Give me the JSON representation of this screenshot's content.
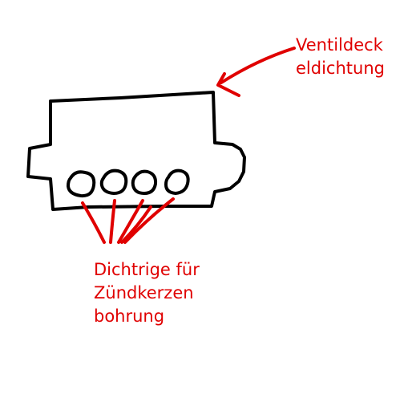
{
  "labels": {
    "valve_cover_gasket": [
      "Ventildeck",
      "eldichtung"
    ],
    "spark_plug_seals": [
      "Dichtrige für",
      "Zündkerzen",
      "bohrung"
    ]
  },
  "colors": {
    "outline": "#000000",
    "annotation": "#e00000"
  }
}
